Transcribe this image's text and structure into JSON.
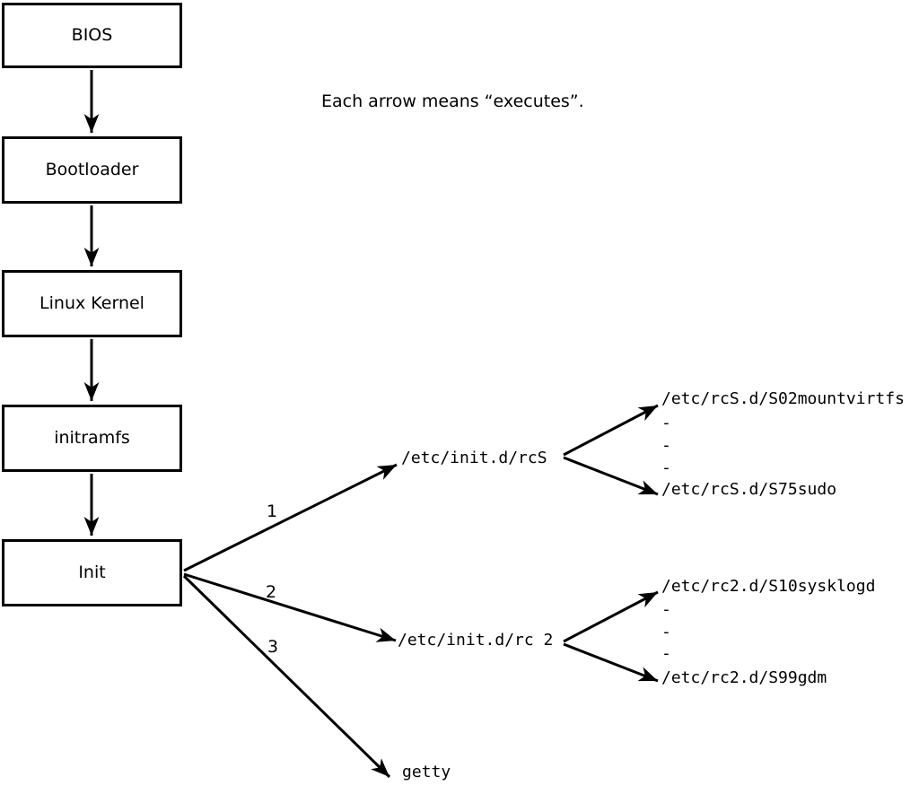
{
  "caption": "Each arrow means “executes”.",
  "colors": {
    "ink": "#000000",
    "background": "#ffffff"
  },
  "chain": [
    {
      "label": "BIOS"
    },
    {
      "label": "Bootloader"
    },
    {
      "label": "Linux Kernel"
    },
    {
      "label": "initramfs"
    },
    {
      "label": "Init"
    }
  ],
  "branches": [
    {
      "number": "1",
      "target": "/etc/init.d/rcS",
      "children": [
        "/etc/rcS.d/S02mountvirtfs",
        "-",
        "-",
        "-",
        "/etc/rcS.d/S75sudo"
      ]
    },
    {
      "number": "2",
      "target": "/etc/init.d/rc 2",
      "children": [
        "/etc/rc2.d/S10sysklogd",
        "-",
        "-",
        "-",
        "/etc/rc2.d/S99gdm"
      ]
    },
    {
      "number": "3",
      "target": "getty",
      "children": []
    }
  ]
}
